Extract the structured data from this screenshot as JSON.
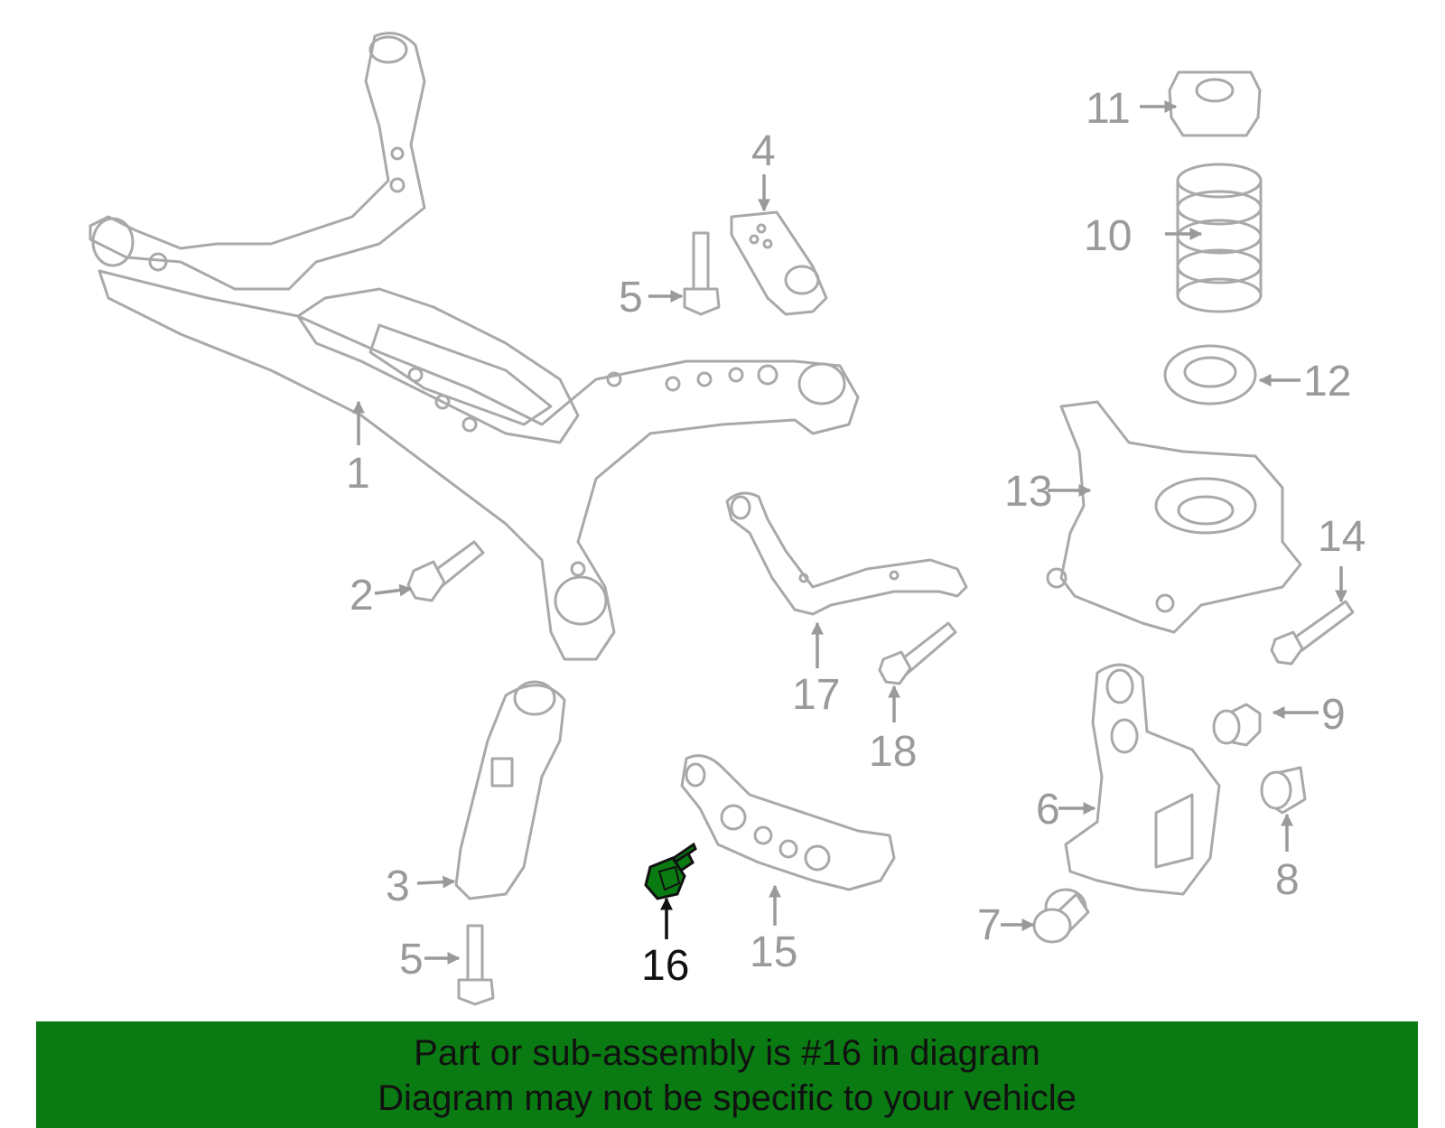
{
  "highlight_color": "#0a7a12",
  "label_color": "#9a9a9a",
  "callouts": [
    {
      "id": "1",
      "text": "1"
    },
    {
      "id": "2",
      "text": "2"
    },
    {
      "id": "3",
      "text": "3"
    },
    {
      "id": "4",
      "text": "4"
    },
    {
      "id": "5a",
      "text": "5"
    },
    {
      "id": "5b",
      "text": "5"
    },
    {
      "id": "6",
      "text": "6"
    },
    {
      "id": "7",
      "text": "7"
    },
    {
      "id": "8",
      "text": "8"
    },
    {
      "id": "9",
      "text": "9"
    },
    {
      "id": "10",
      "text": "10"
    },
    {
      "id": "11",
      "text": "11"
    },
    {
      "id": "12",
      "text": "12"
    },
    {
      "id": "13",
      "text": "13"
    },
    {
      "id": "14",
      "text": "14"
    },
    {
      "id": "15",
      "text": "15"
    },
    {
      "id": "16",
      "text": "16",
      "highlighted": true
    },
    {
      "id": "17",
      "text": "17"
    },
    {
      "id": "18",
      "text": "18"
    }
  ],
  "banner": {
    "line1": "Part or sub-assembly is #16 in diagram",
    "line2": "Diagram may not be specific to your vehicle"
  }
}
